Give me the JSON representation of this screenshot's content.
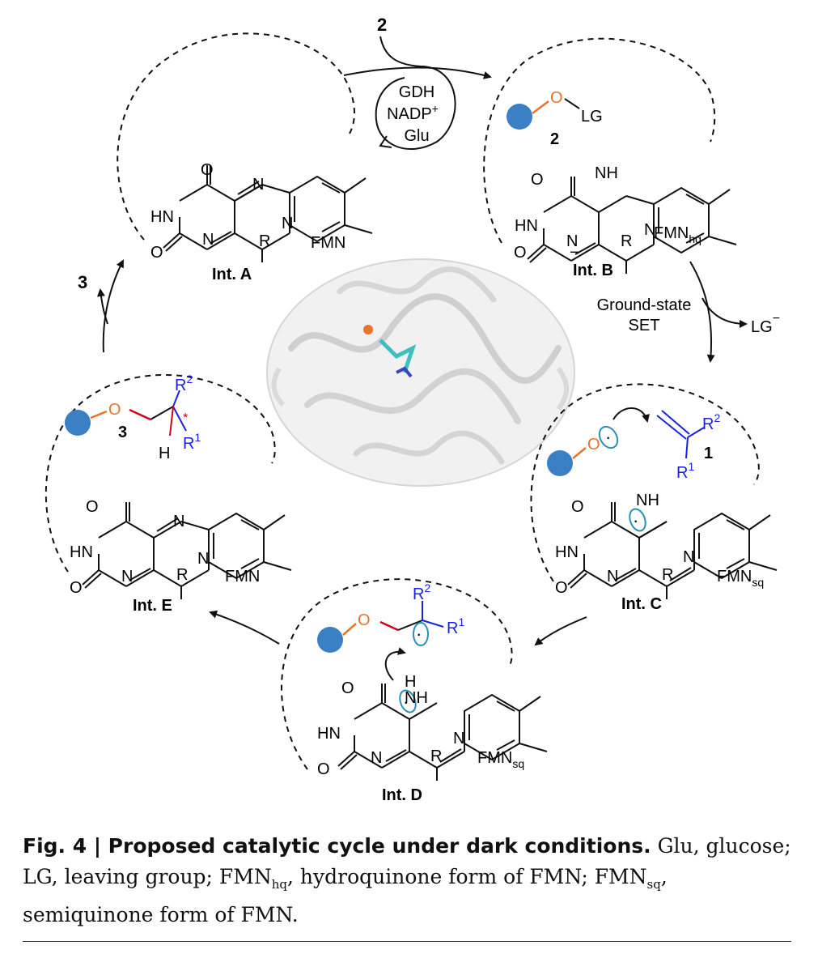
{
  "colors": {
    "substrate_blue": "#3b7fc4",
    "oxygen_orange": "#e8732a",
    "alkene_blue": "#1a22e0",
    "radical_cyan": "#2a8fb8",
    "stereo_red": "#d0021b",
    "protein_gray": "#d6d6d6",
    "cofactor_teal": "#3cc0bf"
  },
  "cycle": {
    "cofactor_box": {
      "line1": "GDH",
      "line2": "NADP",
      "line2_sup": "+",
      "line3": "Glu"
    },
    "top_input": "2",
    "product_out": "3",
    "set_label_line1": "Ground-state",
    "set_label_line2": "SET",
    "leaving_group": "LG",
    "leaving_group_charge": "−"
  },
  "intA": {
    "name": "Int. A",
    "form": "FMN"
  },
  "intB": {
    "name": "Int. B",
    "form": "FMN",
    "form_sub": "hq",
    "substrate_label": "LG",
    "substrate_id": "2"
  },
  "intC": {
    "name": "Int. C",
    "form": "FMN",
    "form_sub": "sq",
    "alkene_id": "1"
  },
  "intD": {
    "name": "Int. D",
    "form": "FMN",
    "form_sub": "sq"
  },
  "intE": {
    "name": "Int. E",
    "form": "FMN",
    "product_id": "3"
  },
  "atoms": {
    "O": "O",
    "N": "N",
    "H": "H",
    "HN": "HN",
    "NH": "NH",
    "R": "R",
    "R1": "R",
    "R1_sup": "1",
    "R2": "R",
    "R2_sup": "2",
    "star": "*",
    "neg": "−",
    "dot": "·"
  },
  "caption": {
    "lead": "Fig. 4 | Proposed catalytic cycle under dark conditions.",
    "part1": " Glu, glucose; LG, leaving group; FMN",
    "sub_hq": "hq",
    "part2": ", hydroquinone form of FMN; FMN",
    "sub_sq": "sq",
    "part3": ", semiquinone form of FMN."
  }
}
